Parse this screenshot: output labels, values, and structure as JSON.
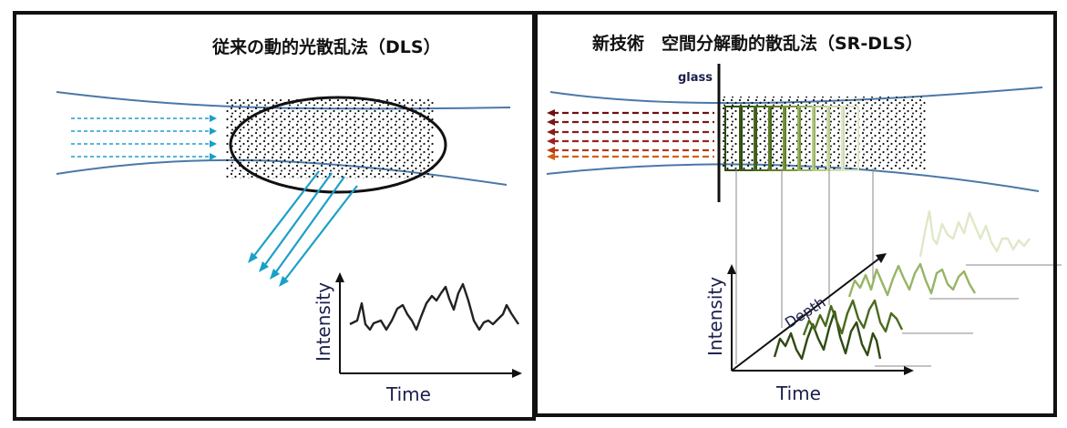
{
  "left_panel": {
    "title": "従来の動的光散乱法（DLS）",
    "y_label": "Intensity",
    "x_label": "Time"
  },
  "right_panel": {
    "title": "新技術　空間分解動的散乱法（SR-DLS）",
    "glass_label": "glass",
    "y_label": "Intensity",
    "x_label": "Time",
    "depth_label": "Depth"
  },
  "colors": {
    "beam_edge": "#4a78a8",
    "incident_arrows": "#1aa0c8",
    "scatter_arrows": "#1aa0c8",
    "axis_text": "#1a1f4d",
    "dark_red": "#7a1010",
    "orange": "#d06010",
    "depth_greens": [
      "#2f4a12",
      "#4a6a1e",
      "#7a9a3c",
      "#b8cc8c",
      "#dfe8c8"
    ]
  }
}
